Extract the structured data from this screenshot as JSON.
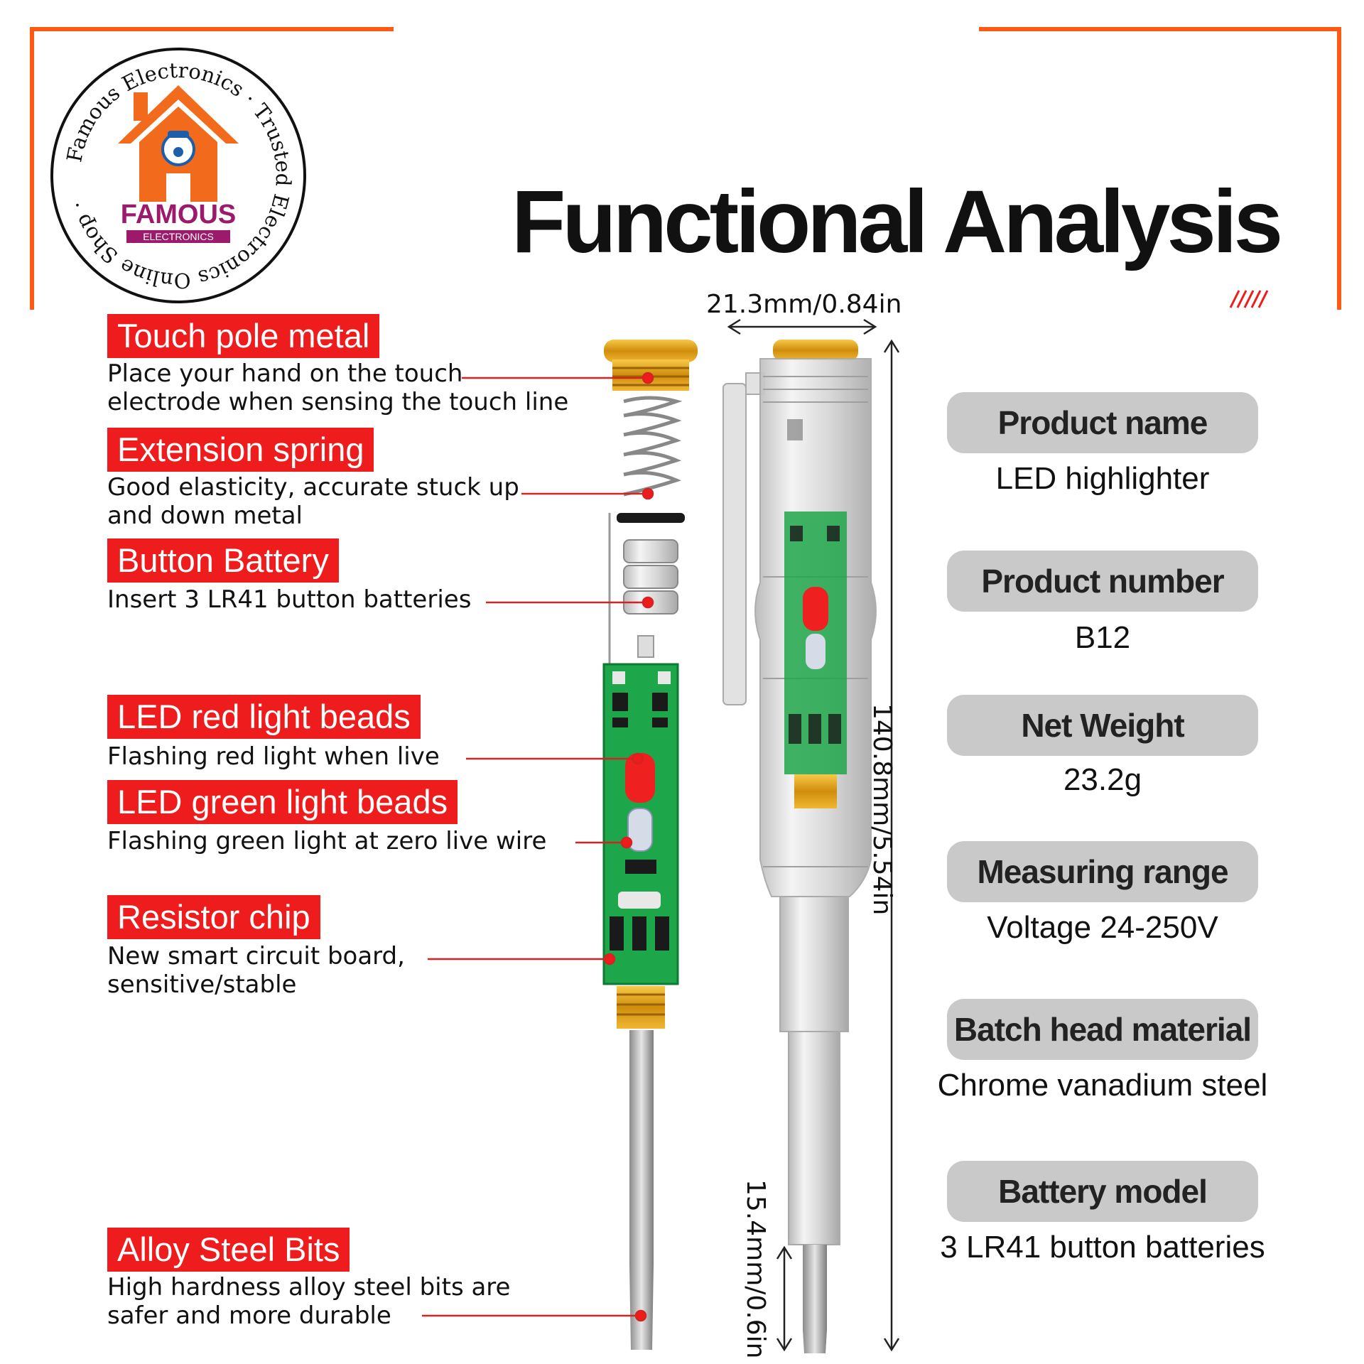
{
  "logo": {
    "ring_text": "Famous Electronics · Trusted Electronics Online Shop ·",
    "brand": "FAMOUS",
    "sub_brand": "ELECTRONICS"
  },
  "title": "Functional Analysis",
  "dimensions": {
    "width": "21.3mm/0.84in",
    "length": "140.8mm/5.54in",
    "tip": "15.4mm/0.6in"
  },
  "features": [
    {
      "title": "Touch pole metal",
      "lines": [
        "Place your hand on the touch",
        "electrode when sensing the touch line"
      ]
    },
    {
      "title": "Extension spring",
      "lines": [
        "Good elasticity, accurate stuck up",
        "and down metal"
      ]
    },
    {
      "title": "Button Battery",
      "lines": [
        "Insert 3 LR41 button batteries"
      ]
    },
    {
      "title": "LED red light beads",
      "lines": [
        "Flashing red light when live"
      ]
    },
    {
      "title": "LED green light beads",
      "lines": [
        "Flashing green light at zero live wire"
      ]
    },
    {
      "title": "Resistor chip",
      "lines": [
        "New smart circuit board,",
        "sensitive/stable"
      ]
    },
    {
      "title": "Alloy Steel Bits",
      "lines": [
        "High hardness alloy steel bits are",
        "safer and more durable"
      ]
    }
  ],
  "specs": [
    {
      "label": "Product name",
      "value": "LED highlighter"
    },
    {
      "label": "Product number",
      "value": "B12"
    },
    {
      "label": "Net Weight",
      "value": "23.2g"
    },
    {
      "label": "Measuring range",
      "value": "Voltage 24-250V"
    },
    {
      "label": "Batch head material",
      "value": "Chrome vanadium steel"
    },
    {
      "label": "Battery model",
      "value": "3 LR41 button batteries"
    }
  ],
  "colors": {
    "frame": "#ff5a14",
    "tag_red": "#ee1c1c",
    "pill_gray": "#c9c9c9",
    "pcb_green": "#1ea64a",
    "brass": "#e8a917",
    "logo_orange": "#f26a1b",
    "logo_magenta": "#9b1a6b"
  }
}
